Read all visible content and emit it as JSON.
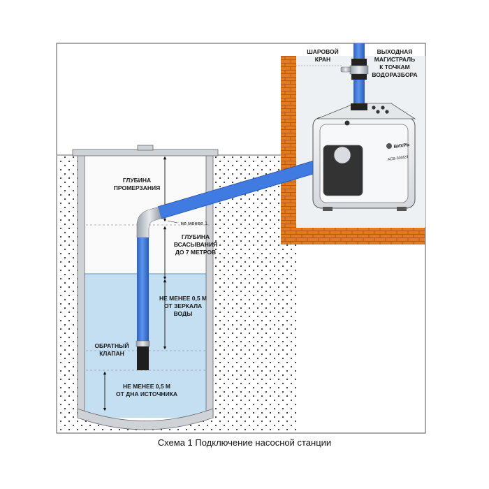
{
  "labels": {
    "freeze_depth": [
      "ГЛУБИНА",
      "ПРОМЕРЗАНИЯ"
    ],
    "not_less_1": "не менее 1",
    "suction_depth": [
      "ГЛУБИНА",
      "ВСАСЫВАНИЯ",
      "ДО 7 МЕТРОВ"
    ],
    "water_mirror": [
      "НЕ МЕНЕЕ 0,5 М",
      "ОТ ЗЕРКАЛА",
      "ВОДЫ"
    ],
    "check_valve": [
      "ОБРАТНЫЙ",
      "КЛАПАН"
    ],
    "source_bottom": [
      "НЕ МЕНЕЕ 0,5 М",
      "ОТ ДНА ИСТОЧНИКА"
    ],
    "ball_valve": [
      "ШАРОВОЙ",
      "КРАН"
    ],
    "outlet_line": [
      "ВЫХОДНАЯ",
      "МАГИСТРАЛЬ",
      "К ТОЧКАМ",
      "ВОДОРАЗБОРА"
    ]
  },
  "device": {
    "brand": "ВИХРЬ",
    "model": "АСВ-300/24"
  },
  "caption": "Схема 1 Подключение насосной станции",
  "colors": {
    "pipe": "#3f7be0",
    "water": "#c4dff2",
    "brick": "#e27a20",
    "soil_bg": "#ffffff",
    "room_bg": "#eef1f3"
  }
}
